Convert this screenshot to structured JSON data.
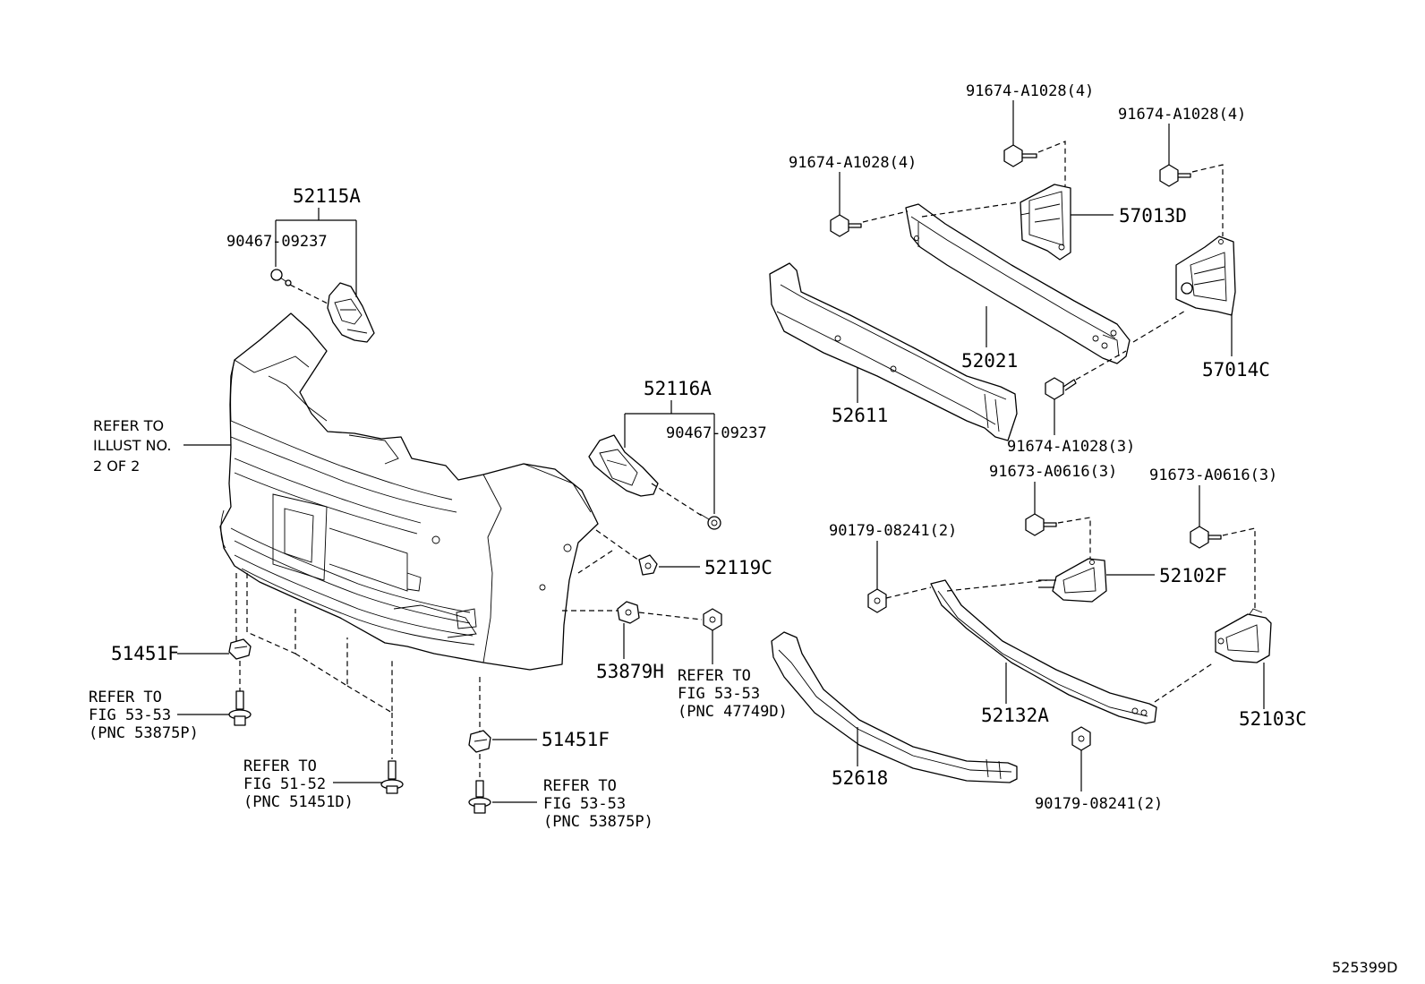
{
  "diagram_id": "525399D",
  "labels": {
    "p52115A": "52115A",
    "p90467_a": "90467-09237",
    "p52116A": "52116A",
    "p90467_b": "90467-09237",
    "p52119C": "52119C",
    "p53879H": "53879H",
    "p51451F_a": "51451F",
    "p51451F_b": "51451F",
    "p91674_a": "91674-A1028(4)",
    "p91674_b": "91674-A1028(4)",
    "p91674_c": "91674-A1028(4)",
    "p91674_d": "91674-A1028(3)",
    "p57013D": "57013D",
    "p57014C": "57014C",
    "p52021": "52021",
    "p52611": "52611",
    "p91673_a": "91673-A0616(3)",
    "p91673_b": "91673-A0616(3)",
    "p90179_a": "90179-08241(2)",
    "p90179_b": "90179-08241(2)",
    "p52102F": "52102F",
    "p52103C": "52103C",
    "p52132A": "52132A",
    "p52618": "52618"
  },
  "refs": {
    "illust": [
      "REFER TO",
      "ILLUST NO.",
      "2 OF 2"
    ],
    "fig5353_left": [
      "REFER TO",
      "FIG 53-53",
      "(PNC 53875P)"
    ],
    "fig5152": [
      "REFER TO",
      "FIG 51-52",
      "(PNC 51451D)"
    ],
    "fig5353_bottom": [
      "REFER TO",
      "FIG 53-53",
      "(PNC 53875P)"
    ],
    "fig5353_right": [
      "REFER TO",
      "FIG 53-53",
      "(PNC 47749D)"
    ]
  }
}
